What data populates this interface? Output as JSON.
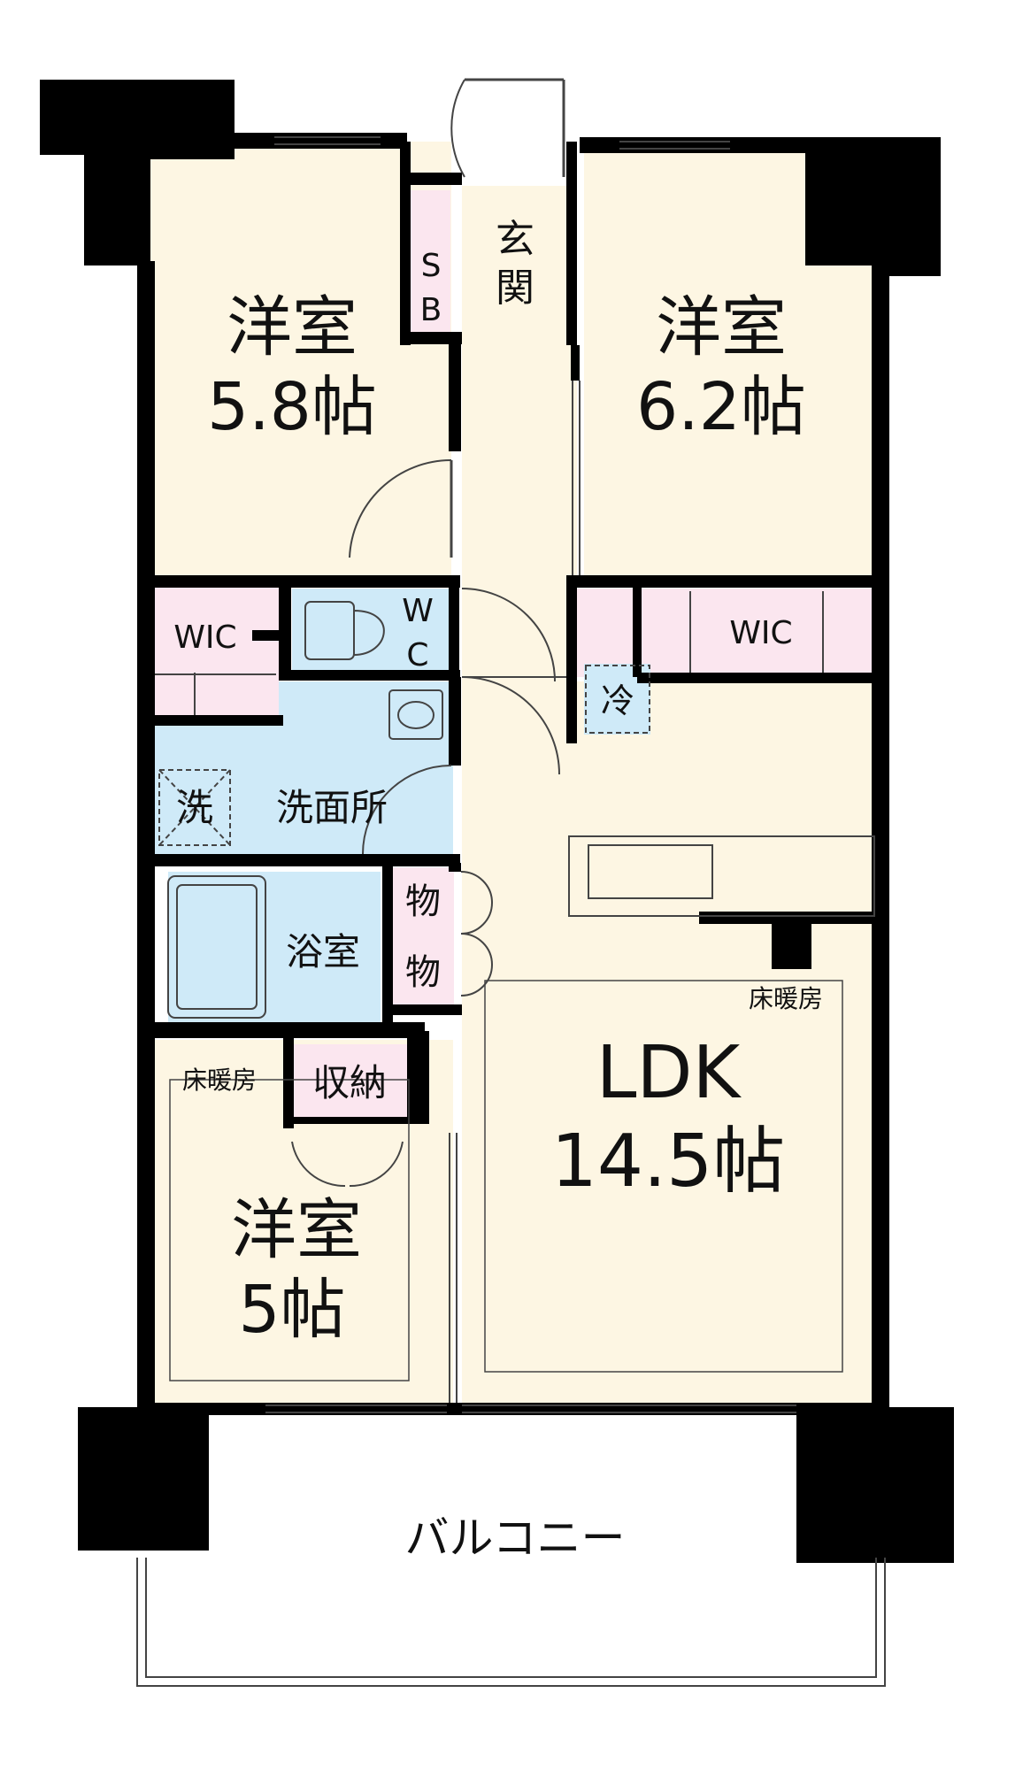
{
  "colors": {
    "wall": "#000000",
    "room": "#fdf6e3",
    "wet": "#cfeaf8",
    "storage": "#fbe6ef",
    "line": "#444444"
  },
  "rooms": {
    "west_room_label": "洋室",
    "west_room_size": "5.8帖",
    "east_room_label": "洋室",
    "east_room_size": "6.2帖",
    "south_room_label": "洋室",
    "south_room_size": "5帖",
    "ldk_label": "LDK",
    "ldk_size": "14.5帖"
  },
  "entrance": {
    "genkan_1": "玄",
    "genkan_2": "関",
    "sb_1": "S",
    "sb_2": "B"
  },
  "service": {
    "wic_west": "WIC",
    "wic_east": "WIC",
    "wc_1": "W",
    "wc_2": "C",
    "fridge": "冷",
    "washer": "洗",
    "washroom": "洗面所",
    "bath": "浴室",
    "storage_1": "物",
    "storage_2": "物",
    "closet": "収納"
  },
  "heating": {
    "ldk": "床暖房",
    "south_room": "床暖房"
  },
  "balcony": {
    "label": "バルコニー"
  }
}
